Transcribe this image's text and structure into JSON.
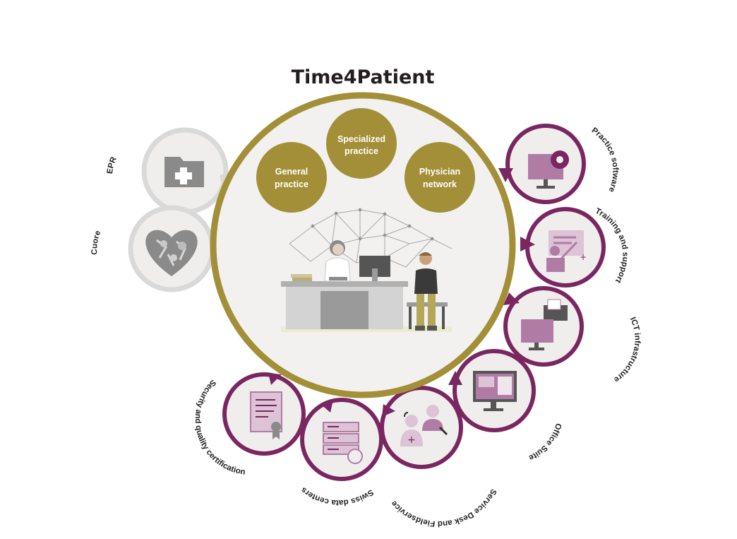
{
  "title": "Time4Patient",
  "colors": {
    "main_ring": "#a38f37",
    "main_fill": "#f2f1f0",
    "bubble": "#a38f37",
    "purple_ring": "#7a2660",
    "purple_icon": "#b07ca5",
    "purple_light": "#dcc3d6",
    "grey_ring": "#d9d9d9",
    "grey_icon": "#8a8a8a",
    "service_fill": "#efeeed"
  },
  "bubbles": [
    {
      "line1": "General",
      "line2": "practice"
    },
    {
      "line1": "Specialized",
      "line2": "practice"
    },
    {
      "line1": "Physician",
      "line2": "network"
    }
  ],
  "left_services": [
    {
      "label": "EPR",
      "icon": "medical-folder-icon"
    },
    {
      "label": "Cuore",
      "icon": "heart-icon"
    }
  ],
  "right_services": [
    {
      "label": "Practice software",
      "icon": "monitor-gear-icon"
    },
    {
      "label": "Training and support",
      "icon": "presentation-board-icon"
    },
    {
      "label": "ICT infrastructure",
      "icon": "computer-printer-icon"
    },
    {
      "label": "Office Suite",
      "icon": "office-monitor-icon"
    },
    {
      "label": "Service Desk and Fieldservice",
      "icon": "support-agents-icon"
    },
    {
      "label": "Swiss data centers",
      "icon": "server-rack-icon"
    },
    {
      "label": "Security and quality certification",
      "icon": "certificate-icon"
    }
  ]
}
